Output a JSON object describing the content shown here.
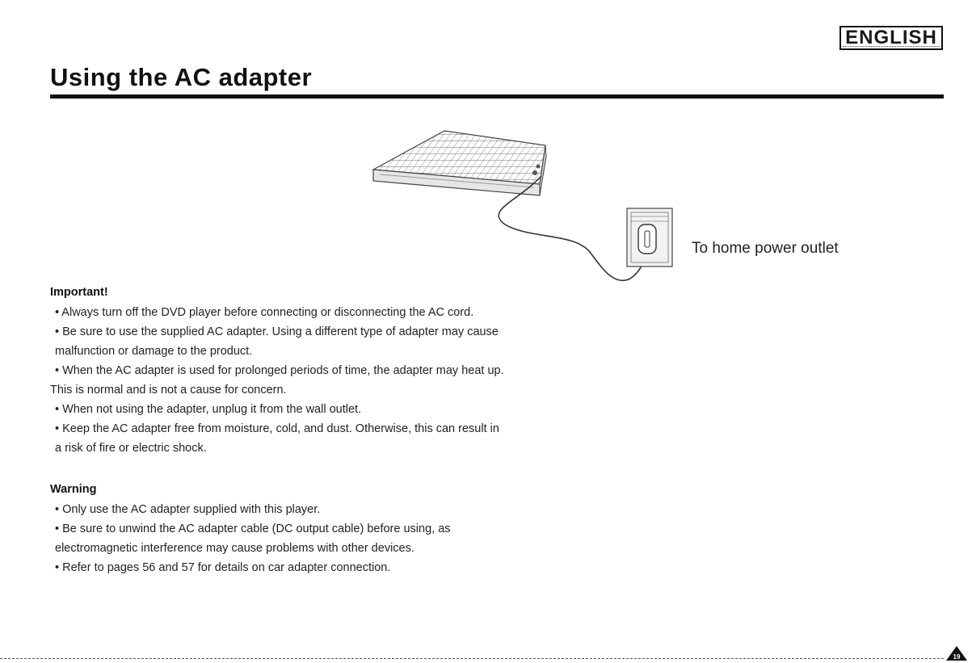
{
  "header": {
    "language_badge": "ENGLISH",
    "page_title": "Using the AC adapter"
  },
  "illustration": {
    "icon": "dvd-player-to-wall-outlet-icon",
    "outlet_label": "To home power outlet"
  },
  "important": {
    "heading": "Important!",
    "lines": [
      "• Always turn off the DVD player before connecting or disconnecting the AC cord.",
      "• Be sure to use the supplied AC adapter. Using a different type of adapter may cause",
      "malfunction or damage to the product.",
      "• When the AC adapter is used for prolonged periods of time, the adapter may heat up.",
      "This is normal and is not a cause for concern.",
      "• When not using the adapter, unplug it from the wall outlet.",
      "• Keep the AC adapter free from moisture, cold, and dust. Otherwise, this can result in",
      "a risk of fire or electric shock."
    ]
  },
  "warning": {
    "heading": "Warning",
    "lines": [
      "• Only use the AC adapter supplied with this player.",
      "• Be sure to unwind the AC adapter cable (DC output cable) before using, as",
      "electromagnetic interference may cause problems with other devices.",
      "• Refer to pages 56 and 57 for details on car adapter connection."
    ]
  },
  "footer": {
    "page_number": "19"
  }
}
